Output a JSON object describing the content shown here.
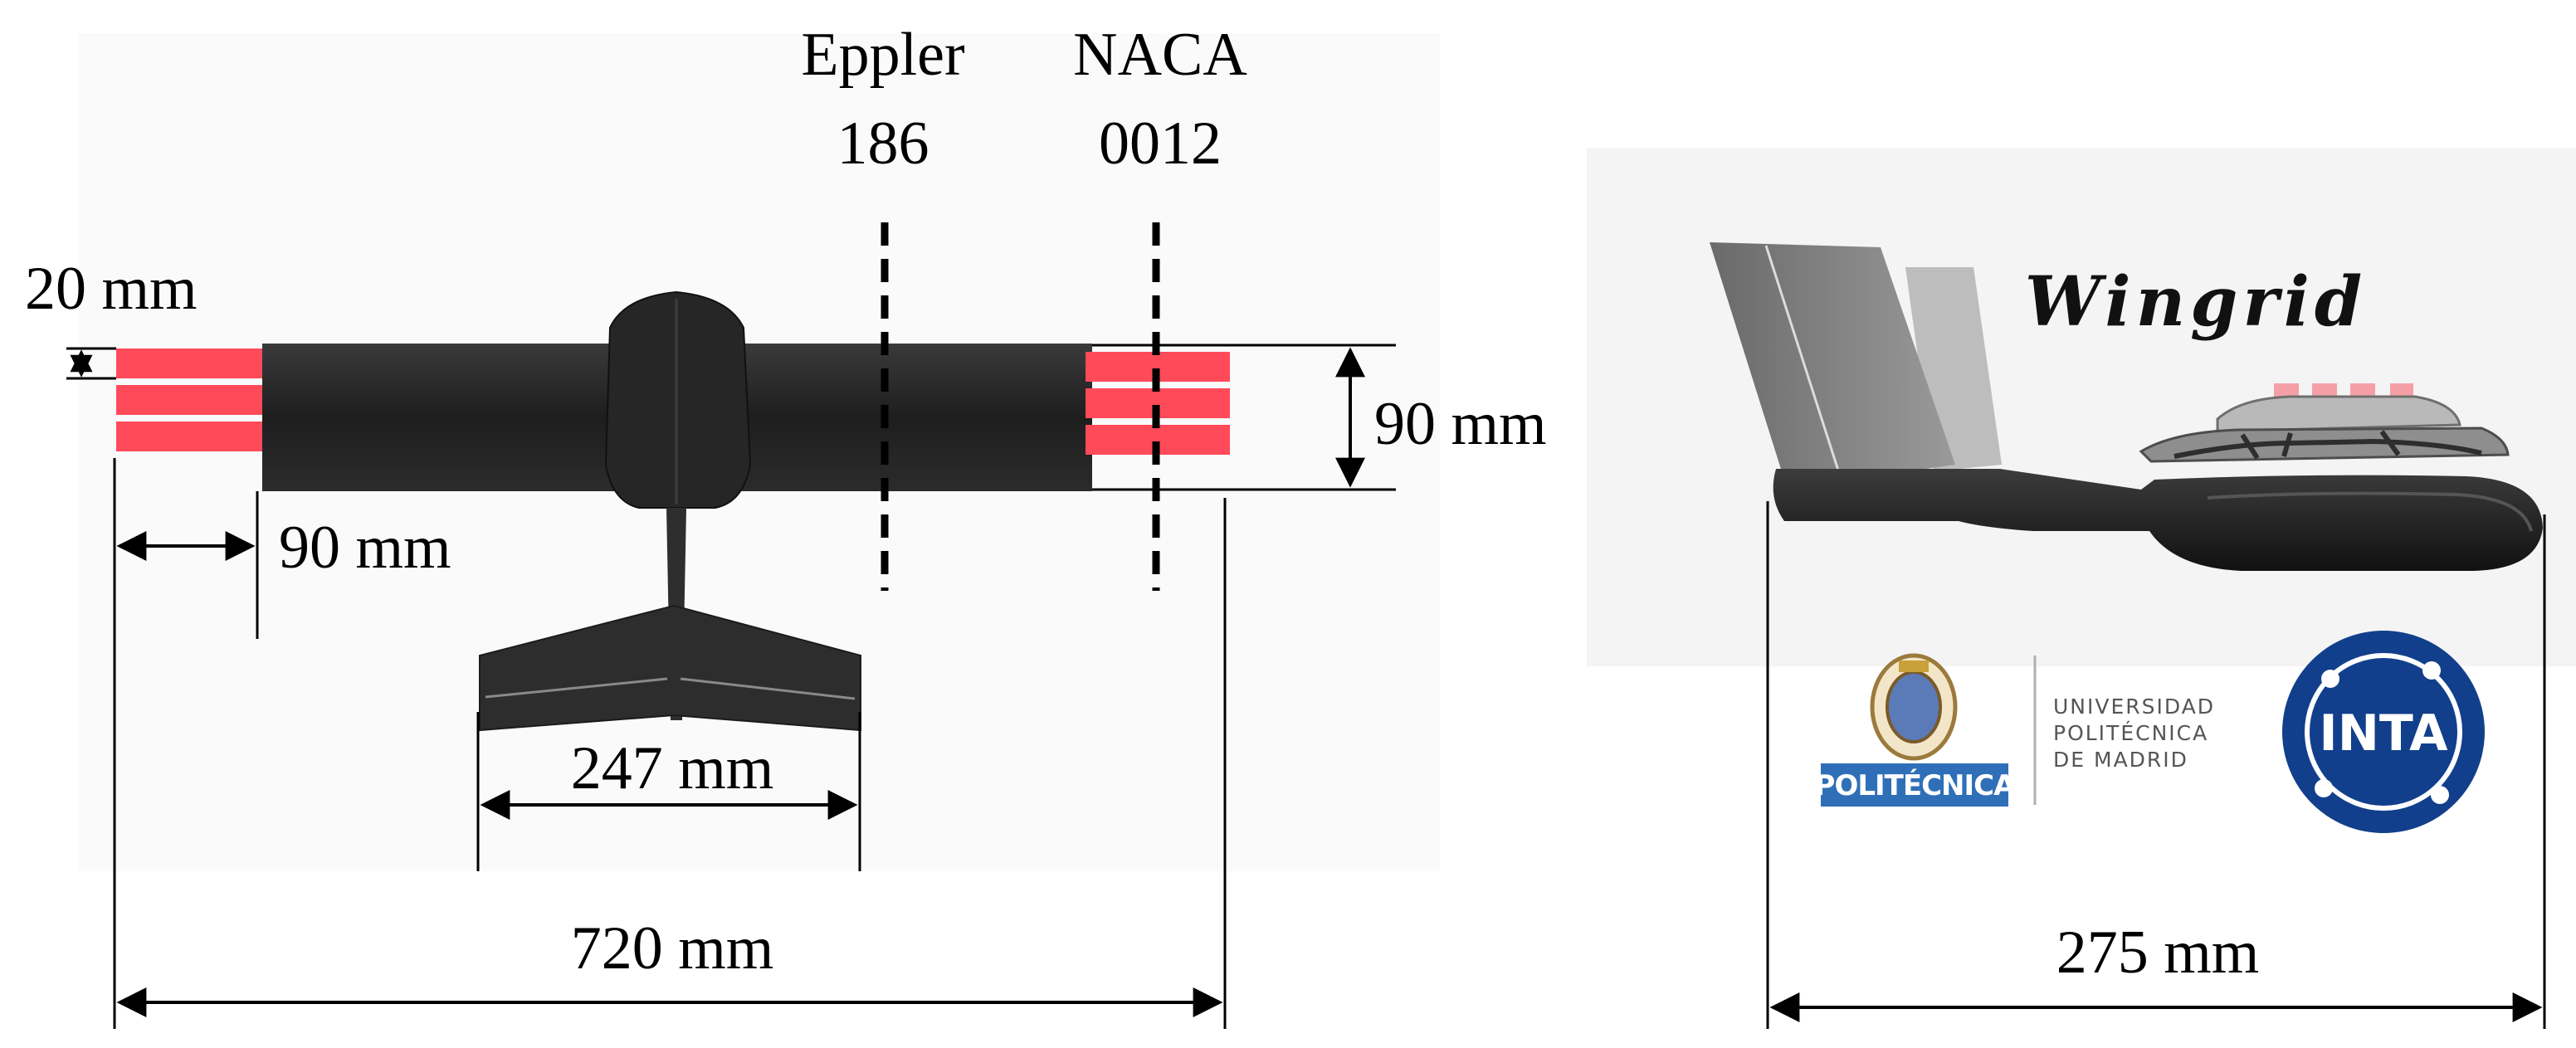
{
  "labels": {
    "airfoil_root_line1": "Eppler",
    "airfoil_root_line2": "186",
    "airfoil_tip_line1": "NACA",
    "airfoil_tip_line2": "0012",
    "spacing": "20 mm",
    "chord": "90 mm",
    "grid_length": "90 mm",
    "tail_span": "247 mm",
    "total_span": "720 mm",
    "fuselage_length": "275 mm"
  },
  "model_name": "Wingrid",
  "logos": {
    "upm_badge": "POLITÉCNICA",
    "upm_text": [
      "UNIVERSIDAD",
      "POLITÉCNICA",
      "DE MADRID"
    ],
    "inta": "INTA"
  },
  "colors": {
    "grid_fins": "#ff4a5a",
    "airframe": "#262626",
    "upm_blue": "#2f6fb8",
    "inta_blue": "#123f8c"
  }
}
